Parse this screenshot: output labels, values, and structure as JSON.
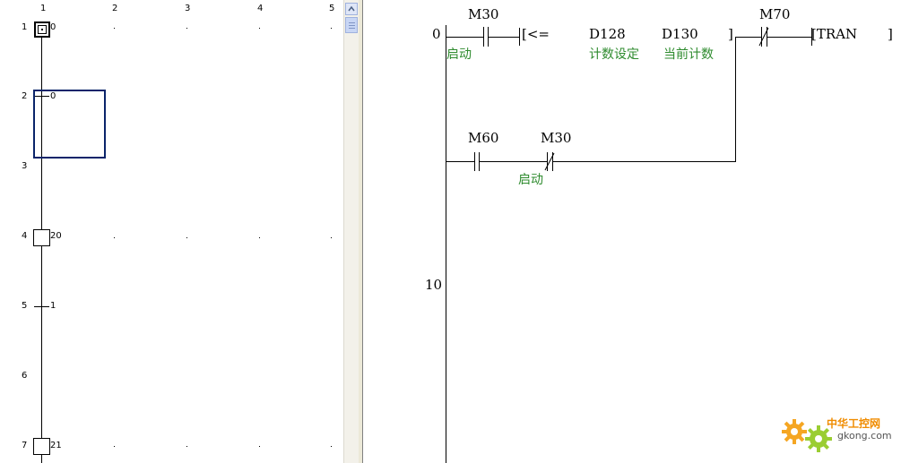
{
  "sfc": {
    "columns": [
      "1",
      "2",
      "3",
      "4",
      "5"
    ],
    "rows": [
      "1",
      "2",
      "3",
      "4",
      "5",
      "6",
      "7"
    ],
    "steps": {
      "s1": "0",
      "t1": "0",
      "s2": "20",
      "t2": "1",
      "s3": "21"
    }
  },
  "ladder": {
    "step_numbers": {
      "r0": "0",
      "r10": "10"
    },
    "contacts": {
      "m30_a": "M30",
      "m70": "M70",
      "m60": "M60",
      "m30_b": "M30"
    },
    "compare": {
      "op": "[<=",
      "d128": "D128",
      "d130": "D130",
      "close": "]"
    },
    "output": {
      "open": "[TRAN",
      "close": "]"
    },
    "comments": {
      "m30_a": "启动",
      "d128": "计数设定",
      "d130": "当前计数",
      "m30_b": "启动"
    }
  },
  "watermark": {
    "brand": "中华工控网",
    "url": "gkong.com"
  },
  "colors": {
    "comment": "#2e8b2e",
    "selection": "#0a246a",
    "splitter": "#ece9d8"
  }
}
